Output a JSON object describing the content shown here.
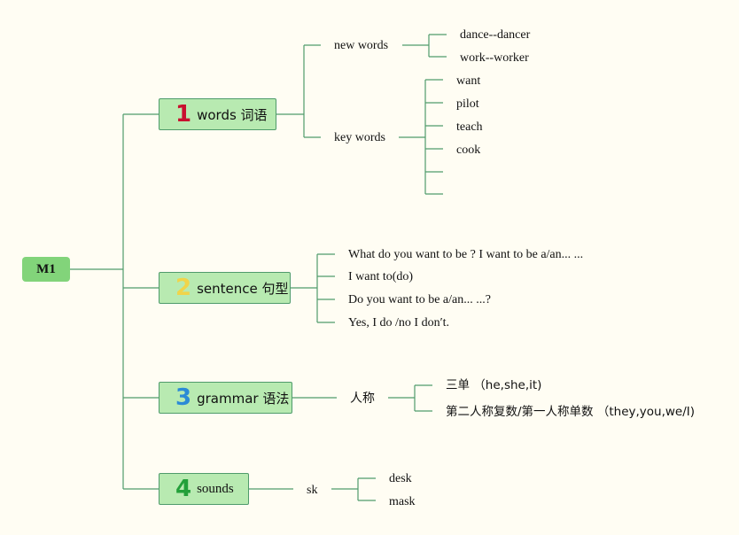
{
  "root": "M1",
  "branches": [
    {
      "num": "1",
      "num_color": "#c8102e",
      "label": "words 词语"
    },
    {
      "num": "2",
      "num_color": "#f0d44a",
      "label": "sentence 句型"
    },
    {
      "num": "3",
      "num_color": "#2b8ad6",
      "label": "grammar 语法"
    },
    {
      "num": "4",
      "num_color": "#23a03a",
      "label": "sounds"
    }
  ],
  "words": {
    "new_words": "new words",
    "new_items": [
      "dance--dancer",
      "work--worker"
    ],
    "key_words": "key words",
    "key_items": [
      "want",
      "pilot",
      "teach",
      "cook",
      "",
      ""
    ]
  },
  "sentences": [
    "What do you want to be ? I want to be a/an... ...",
    "I want to(do)",
    "Do you want to be a/an... ...?",
    "Yes, I do /no I don′t."
  ],
  "grammar": {
    "topic": "人称",
    "items": [
      "三单 （he,she,it)",
      "第二人称复数/第一人称单数 （they,you,we/I)"
    ]
  },
  "sounds": {
    "topic": "sk",
    "items": [
      "desk",
      "mask"
    ]
  },
  "colors": {
    "line": "#4f9b6b",
    "box_fill": "#b8eab1",
    "root_fill": "#82d47a",
    "background": "#fffdf3"
  }
}
